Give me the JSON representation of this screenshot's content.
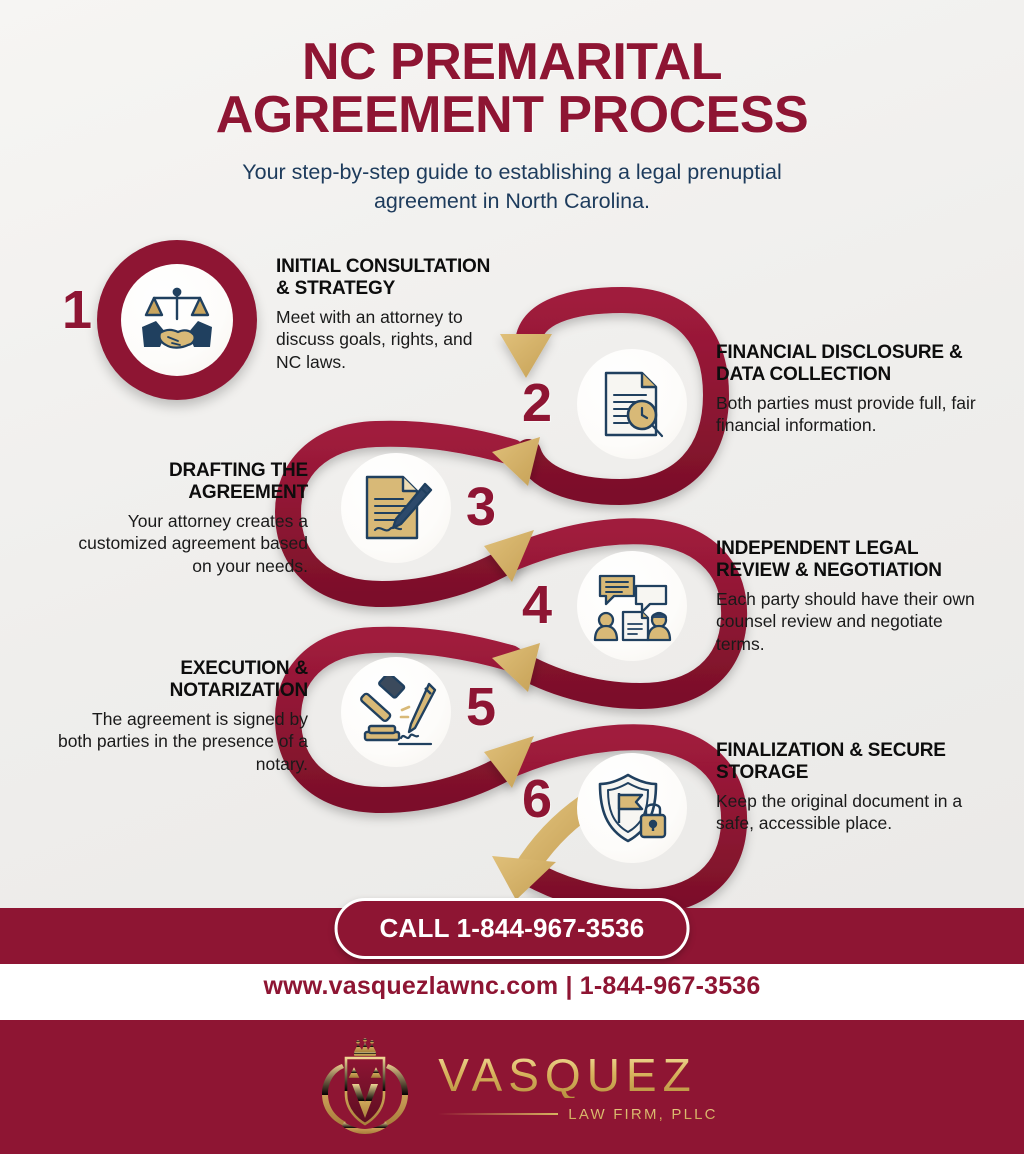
{
  "header": {
    "title_line1": "NC PREMARITAL",
    "title_line2": "AGREEMENT PROCESS",
    "subtitle": "Your step-by-step guide to establishing a legal prenuptial agreement in North Carolina."
  },
  "steps": [
    {
      "number": "1",
      "heading": "INITIAL CONSULTATION & STRATEGY",
      "body": "Meet with an attorney to discuss goals, rights, and NC laws.",
      "icon": "scales-handshake-icon"
    },
    {
      "number": "2",
      "heading": "FINANCIAL DISCLOSURE & DATA COLLECTION",
      "body": "Both parties must provide full, fair financial information.",
      "icon": "document-magnifier-icon"
    },
    {
      "number": "3",
      "heading": "DRAFTING THE AGREEMENT",
      "body": "Your attorney creates a customized agreement based on your needs.",
      "icon": "document-pen-icon"
    },
    {
      "number": "4",
      "heading": "INDEPENDENT LEGAL REVIEW & NEGOTIATION",
      "body": "Each party should have their own counsel review and negotiate terms.",
      "icon": "people-speech-document-icon"
    },
    {
      "number": "5",
      "heading": "EXECUTION & NOTARIZATION",
      "body": "The agreement is signed by both parties in the presence of a notary.",
      "icon": "gavel-signature-icon"
    },
    {
      "number": "6",
      "heading": "FINALIZATION & SECURE STORAGE",
      "body": "Keep the original document in a safe, accessible place.",
      "icon": "shield-lock-icon"
    }
  ],
  "cta": {
    "call_label": "CALL 1-844-967-3536"
  },
  "contact": {
    "line": "www.vasquezlawnc.com | 1-844-967-3536"
  },
  "logo": {
    "name": "VASQUEZ",
    "tagline": "LAW FIRM, PLLC"
  },
  "colors": {
    "maroon": "#8e1533",
    "gold": "#c6a156",
    "navy": "#1d3b5c",
    "background": "#f2f1ef",
    "white": "#ffffff"
  }
}
